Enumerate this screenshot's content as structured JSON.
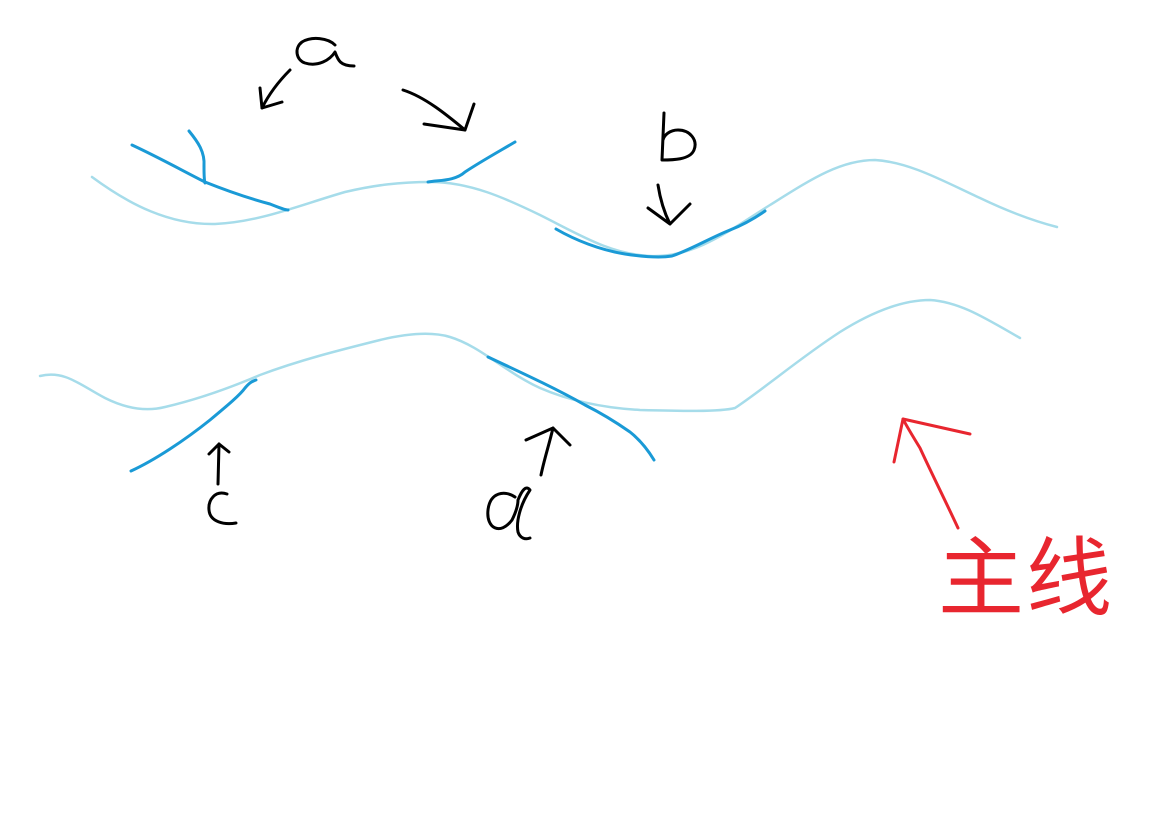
{
  "colors": {
    "main_line": "#a6dcea",
    "branch_line": "#1a9ad6",
    "annotation": "#000000",
    "highlight": "#e8262f",
    "background": "#ffffff"
  },
  "labels": {
    "a": "a",
    "b": "b",
    "c": "c",
    "d": "d",
    "main_line": "主线"
  }
}
